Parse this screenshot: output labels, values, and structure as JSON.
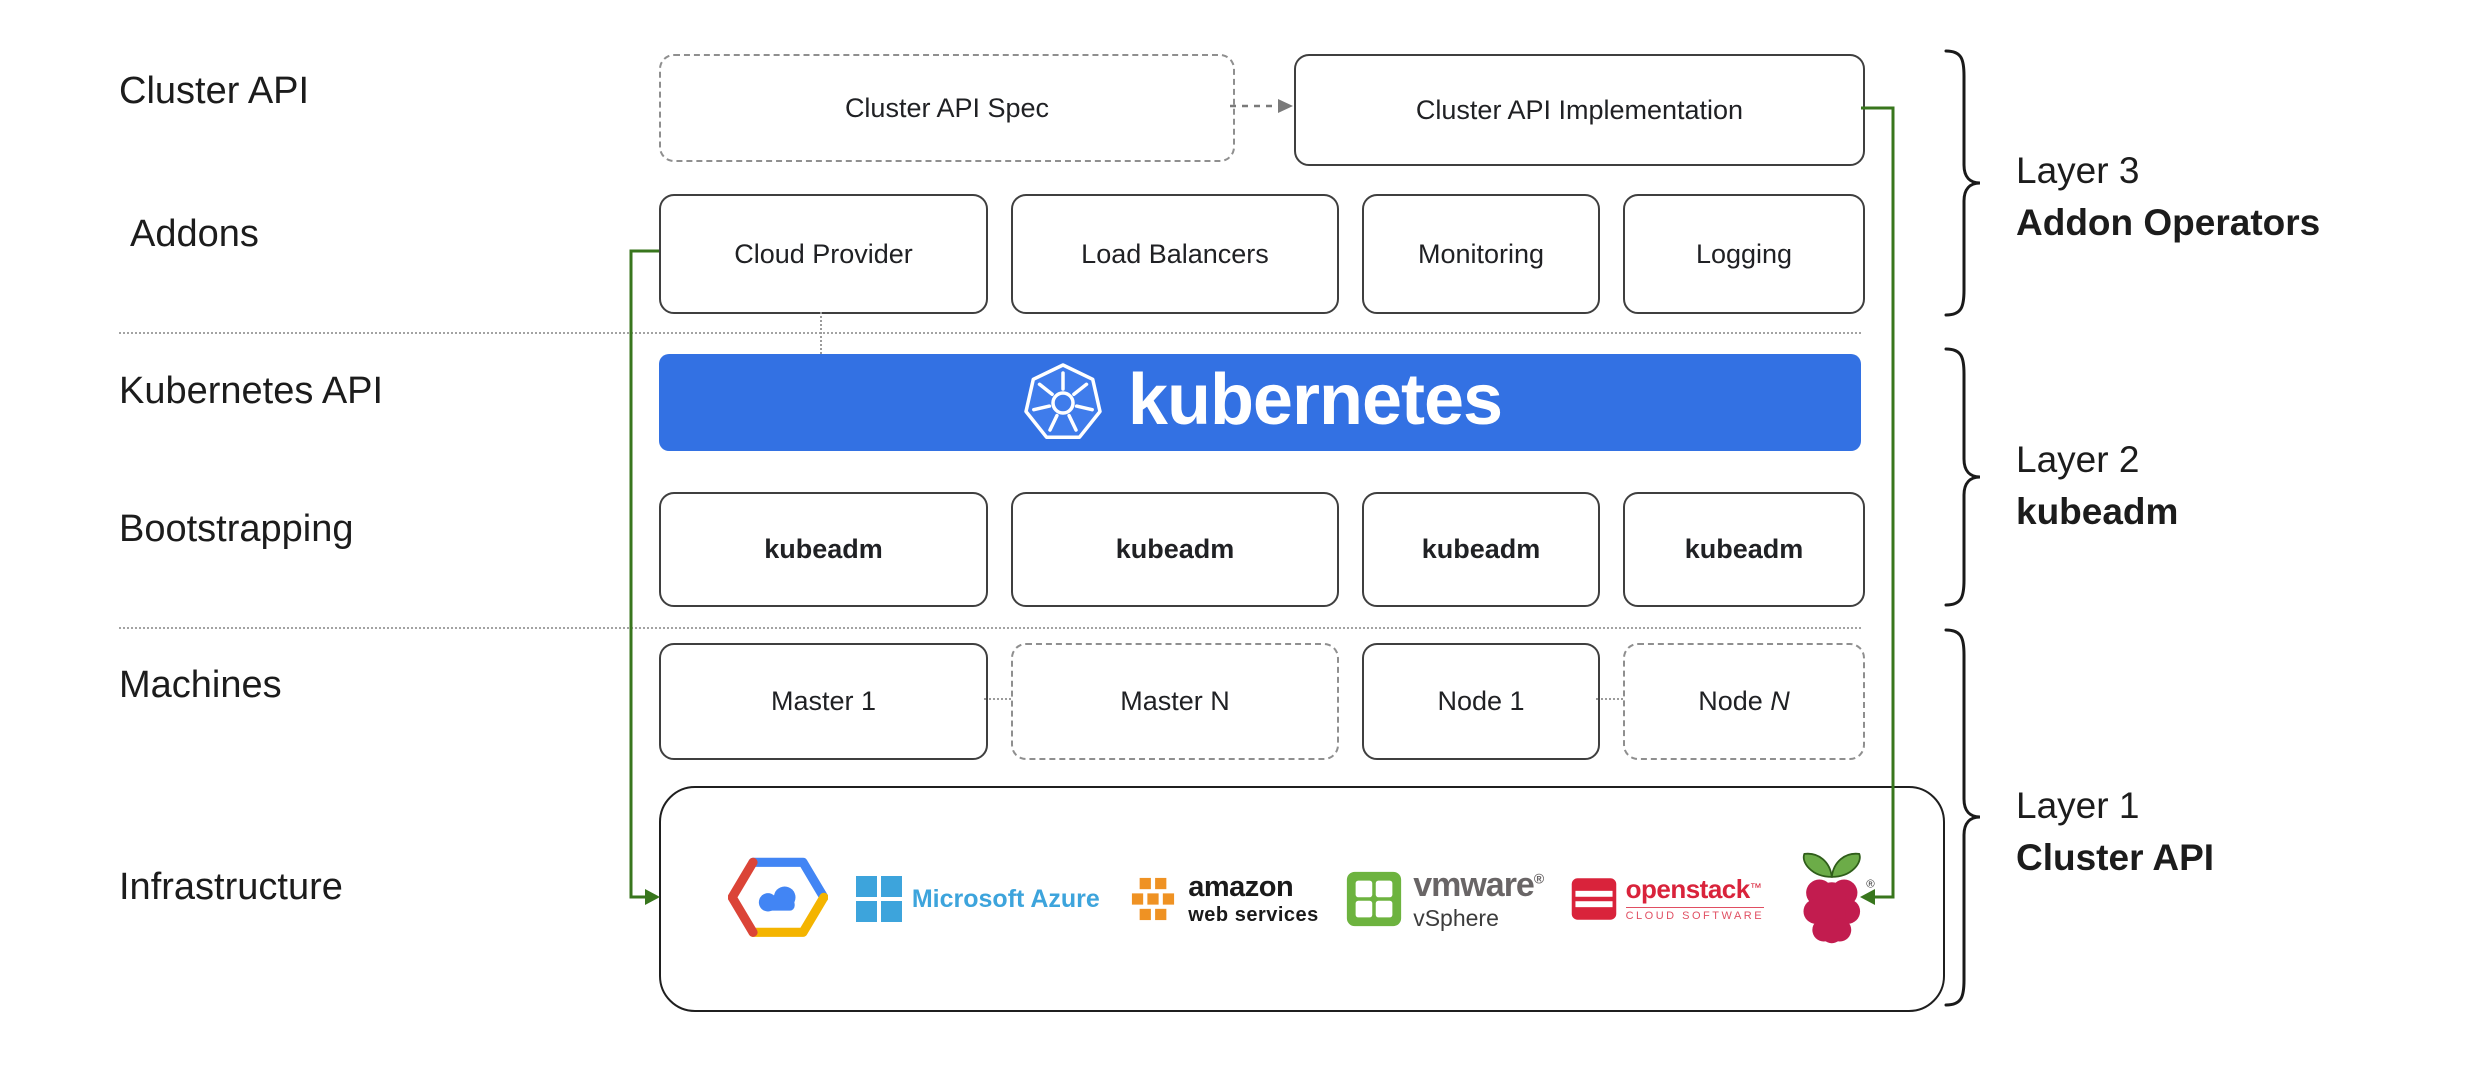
{
  "diagram": {
    "row_labels": [
      "Cluster API",
      "Addons",
      "Kubernetes API",
      "Bootstrapping",
      "Machines",
      "Infrastructure"
    ],
    "cluster_api": {
      "spec_label": "Cluster API Spec",
      "implementation_label": "Cluster API Implementation"
    },
    "addons": [
      "Cloud Provider",
      "Load Balancers",
      "Monitoring",
      "Logging"
    ],
    "kubernetes_banner": {
      "wordmark": "kubernetes"
    },
    "bootstrapping": [
      "kubeadm",
      "kubeadm",
      "kubeadm",
      "kubeadm"
    ],
    "machines": {
      "master1": "Master 1",
      "masterN": "Master N",
      "node1": "Node 1",
      "nodeN_prefix": "Node ",
      "nodeN_suffix": "N"
    },
    "infrastructure": {
      "azure_text": "Microsoft Azure",
      "aws_text1": "amazon",
      "aws_text2": "web services",
      "vmware_text1": "vmware",
      "vmware_reg": "®",
      "vmware_text2": "vSphere",
      "openstack_text1": "openstack",
      "openstack_tm": "™",
      "openstack_text2": "CLOUD SOFTWARE",
      "raspberry_reg": "®",
      "provider_names": [
        "Google Cloud Platform",
        "Microsoft Azure",
        "Amazon Web Services",
        "VMware vSphere",
        "OpenStack",
        "Raspberry Pi"
      ]
    },
    "layers": [
      {
        "line1": "Layer 3",
        "line2": "Addon Operators"
      },
      {
        "line1": "Layer 2",
        "line2": "kubeadm"
      },
      {
        "line1": "Layer 1",
        "line2": "Cluster API"
      }
    ],
    "colors": {
      "kubernetes_blue": "#3371e3",
      "connector_green": "#38761d"
    }
  }
}
